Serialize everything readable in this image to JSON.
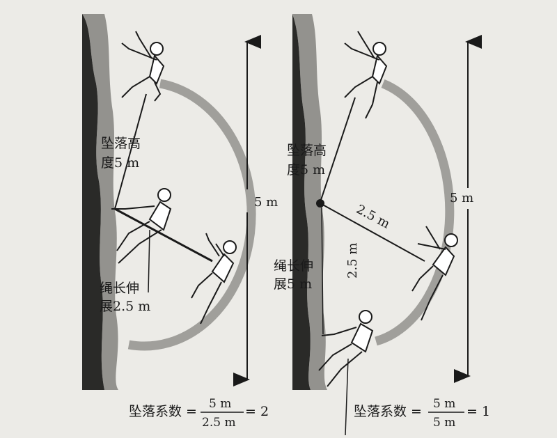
{
  "left_panel": {
    "fall_height_line1": "坠落高",
    "fall_height_line2": "度5 m",
    "rope_stretch_line1": "绳长伸",
    "rope_stretch_line2": "展2.5 m",
    "total_height": "5 m",
    "formula": {
      "label": "坠落系数 =",
      "numerator": "5 m",
      "denominator": "2.5 m",
      "result": "= 2"
    }
  },
  "right_panel": {
    "fall_height_line1": "坠落高",
    "fall_height_line2": "度5 m",
    "rope_stretch_line1": "绳长伸",
    "rope_stretch_line2": "展5 m",
    "rope_segment": "2.5 m",
    "vertical_segment": "2.5 m",
    "total_height": "5 m",
    "formula": {
      "label": "坠落系数 =",
      "numerator": "5 m",
      "denominator": "5 m",
      "result": "= 1"
    }
  },
  "colors": {
    "background": "#ecebe7",
    "rock": "#2a2a28",
    "arc": "#8d8c88",
    "ink": "#1a1a1a"
  }
}
